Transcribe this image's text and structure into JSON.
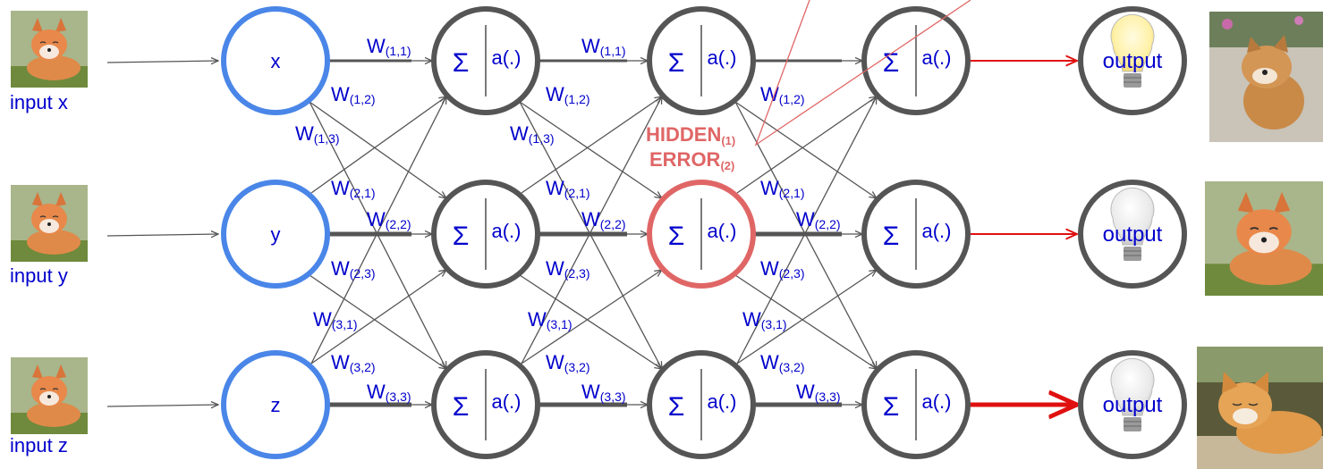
{
  "inputs": [
    {
      "node": "x",
      "caption": "input x"
    },
    {
      "node": "y",
      "caption": "input y"
    },
    {
      "node": "z",
      "caption": "input z"
    }
  ],
  "neuron": {
    "sum_symbol": "Σ",
    "activation": "a(.)"
  },
  "output_label": "output",
  "weights": {
    "w11": {
      "main": "W",
      "sub": "(1,1)"
    },
    "w12": {
      "main": "W",
      "sub": "(1,2)"
    },
    "w13": {
      "main": "W",
      "sub": "(1,3)"
    },
    "w21": {
      "main": "W",
      "sub": "(2,1)"
    },
    "w22": {
      "main": "W",
      "sub": "(2,2)"
    },
    "w23": {
      "main": "W",
      "sub": "(2,3)"
    },
    "w31": {
      "main": "W",
      "sub": "(3,1)"
    },
    "w32": {
      "main": "W",
      "sub": "(3,2)"
    },
    "w33": {
      "main": "W",
      "sub": "(3,3)"
    }
  },
  "hidden_error": {
    "line1": "HIDDEN",
    "sub1": "(1)",
    "line2": "ERROR",
    "sub2": "(2)"
  },
  "colors": {
    "input_node": "#4a86e8",
    "neuron": "#555555",
    "highlight": "#e06666",
    "label": "#0000cc",
    "output_arrow": "#e01010",
    "edge": "#555555"
  },
  "icons": {
    "input_photo": "fox-photo",
    "output_bulb": "light-bulb-icon",
    "output_photos": [
      "dog-photo",
      "fox-photo",
      "cat-photo"
    ]
  },
  "bulbs": [
    "on",
    "off",
    "off"
  ]
}
